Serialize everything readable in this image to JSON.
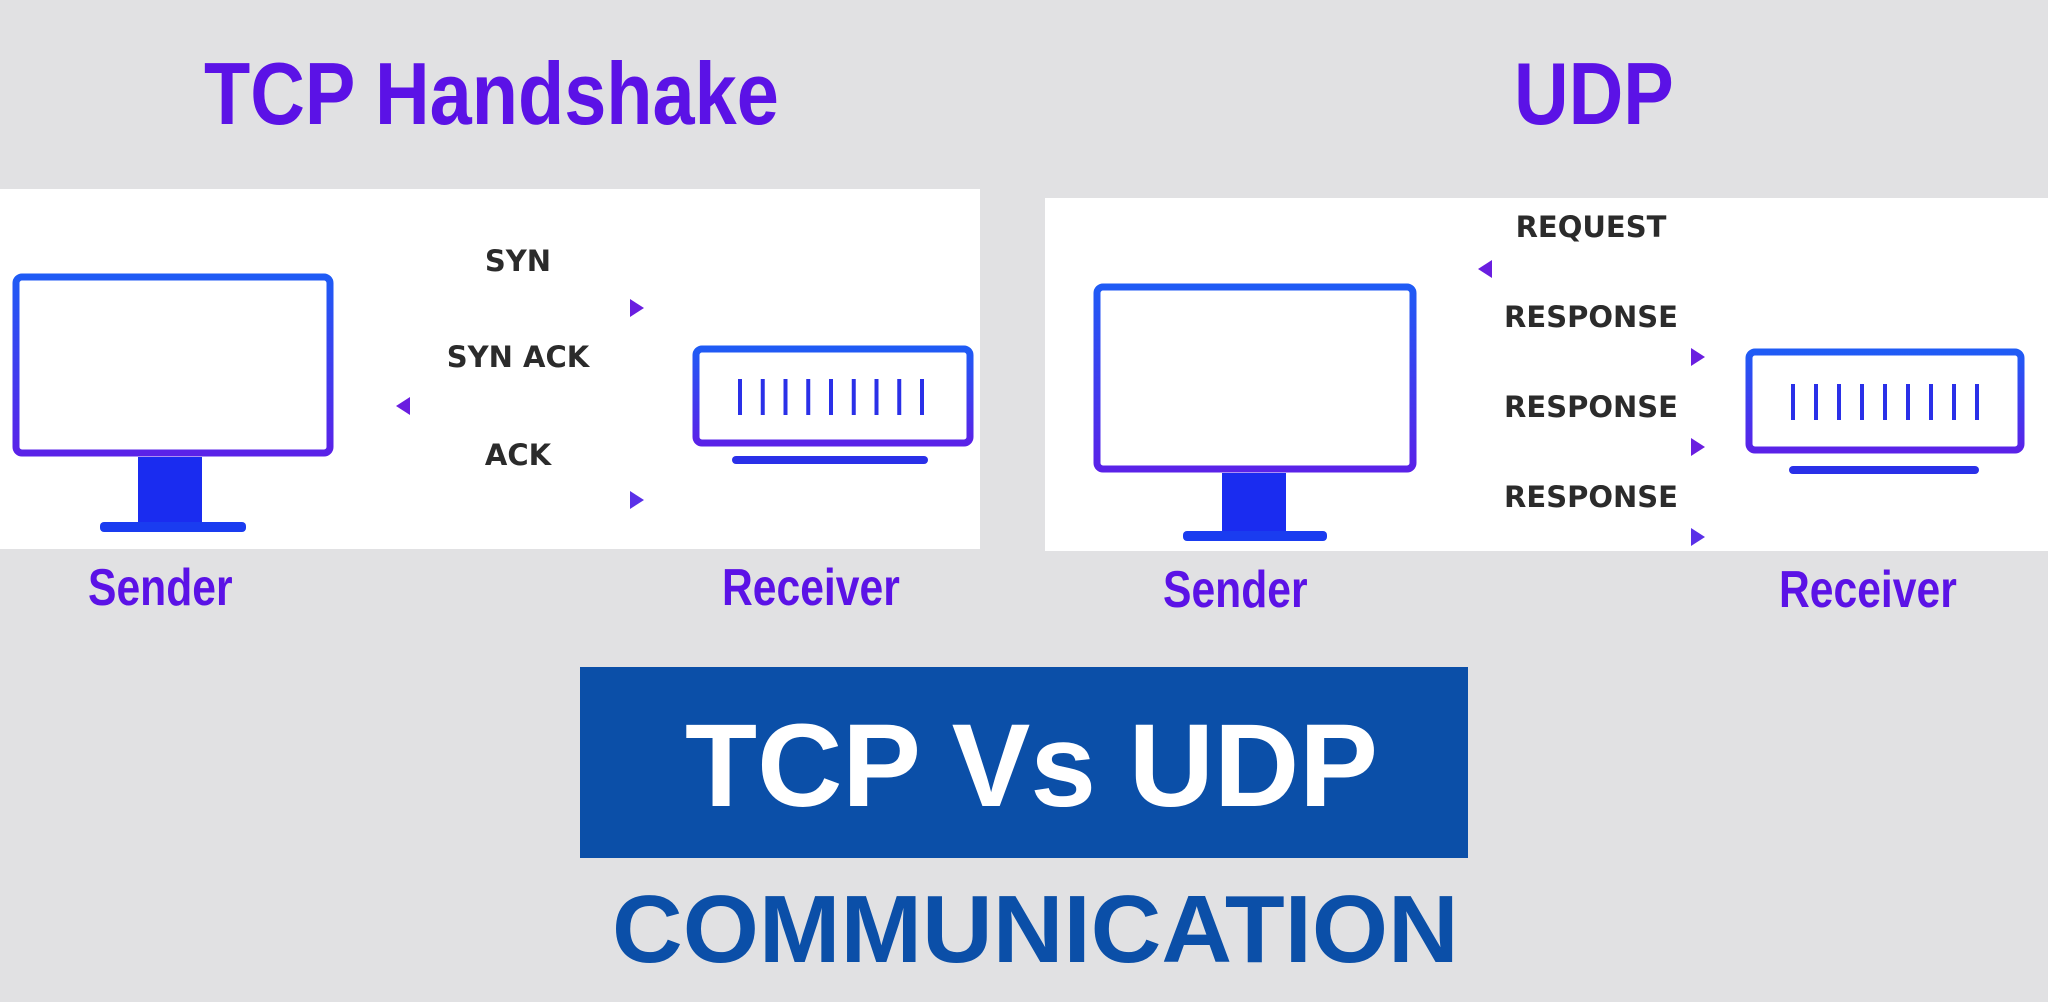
{
  "tcp": {
    "title": "TCP Handshake",
    "messages": [
      "SYN",
      "SYN ACK",
      "ACK"
    ],
    "sender_label": "Sender",
    "receiver_label": "Receiver"
  },
  "udp": {
    "title": "UDP",
    "messages": [
      "REQUEST",
      "RESPONSE",
      "RESPONSE",
      "RESPONSE"
    ],
    "sender_label": "Sender",
    "receiver_label": "Receiver"
  },
  "banner": {
    "title": "TCP Vs UDP",
    "subtitle": "COMMUNICATION"
  },
  "colors": {
    "background": "#e1e1e3",
    "heading": "#5b12e6",
    "banner": "#0b4fa8",
    "icon_blue": "#1a2cf0",
    "arrow_start": "#3ab4f2",
    "arrow_end": "#6a1ee0"
  }
}
